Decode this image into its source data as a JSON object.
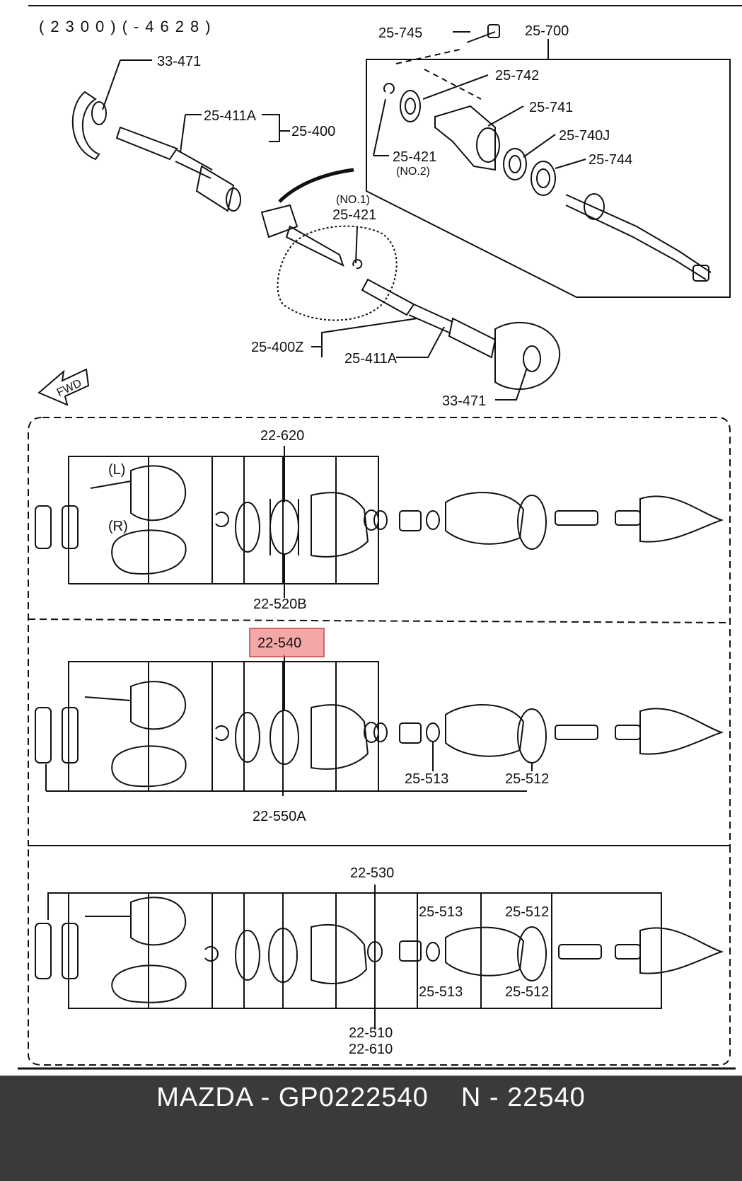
{
  "header": {
    "code": "(2300)(-4628)"
  },
  "labels": {
    "p25_745": "25-745",
    "p25_700": "25-700",
    "p25_742": "25-742",
    "p25_741": "25-741",
    "p25_740j": "25-740J",
    "p25_744": "25-744",
    "p25_421_no2": "25-421",
    "no2": "(NO.2)",
    "no1": "(NO.1)",
    "p25_421_no1": "25-421",
    "p33_471_top": "33-471",
    "p25_411a_top": "25-411A",
    "p25_400": "25-400",
    "p25_400z": "25-400Z",
    "p25_411a_bottom": "25-411A",
    "p33_471_bottom": "33-471",
    "fwd": "FWD",
    "s1_22_620": "22-620",
    "s1_22_520b": "22-520B",
    "side_l": "(L)",
    "side_r": "(R)",
    "s2_22_540": "22-540",
    "s2_22_550a": "22-550A",
    "s2_25_513": "25-513",
    "s2_25_512": "25-512",
    "s3_22_530": "22-530",
    "s3_25_513_top": "25-513",
    "s3_25_512_top": "25-512",
    "s3_25_513_bottom": "25-513",
    "s3_25_512_bottom": "25-512",
    "s3_22_510": "22-510",
    "s3_22_610": "22-610"
  },
  "highlight": {
    "color": "#f08a8a",
    "part": "22-540"
  },
  "footer": {
    "text": "MAZDA - GP0222540    N - 22540"
  }
}
